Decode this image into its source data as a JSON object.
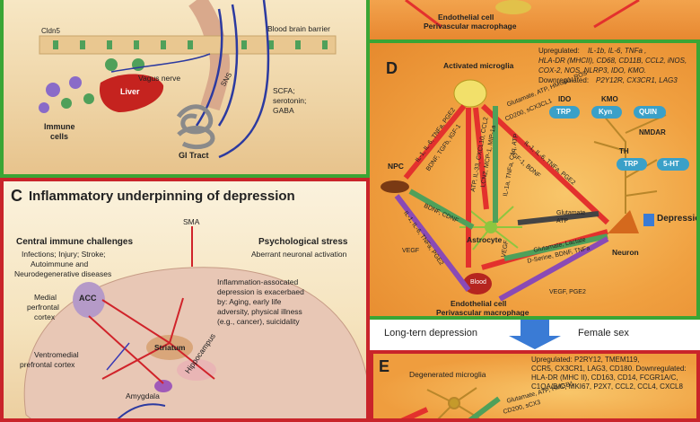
{
  "colors": {
    "green_border": "#3aa535",
    "red_border": "#c9242a",
    "orange": "#f0a040",
    "blue": "#3a7bd5"
  },
  "top_left": {
    "cldn5": "Cldn5",
    "bbb": "Blood brain barrier",
    "vagus": "Vagus nerve",
    "sns": "SNS",
    "liver": "Liver",
    "immune": "Immune",
    "cells": "cells",
    "gi": "GI Tract",
    "scfa": "SCFA;",
    "serotonin": "serotonin;",
    "gaba": "GABA"
  },
  "top_right": {
    "endo": "Endothelial cell",
    "peri": "Perivascular macrophage"
  },
  "panel_d": {
    "letter": "D",
    "activated": "Activated microglia",
    "up_label": "Upregulated:",
    "up1": "IL-1b, IL-6, TNFa ,",
    "up2": "HLA-DR (MHCII), CD68, CD11B, CCL2, iNOS,",
    "up3": "COX-2, NOS, NLRP3, IDO, KMO.",
    "down_label": "Downregulated:",
    "down1": "P2Y12R, CX3CR1, LAG3",
    "ido": "IDO",
    "kmo": "KMO",
    "trp": "TRP",
    "kyn": "Kyn",
    "quin": "QUIN",
    "nmdar": "NMDAR",
    "th": "TH",
    "trp2": "TRP",
    "ht": "5-HT",
    "glutamate_top": "Glutamate, ATP, HMGB1, ROS",
    "cd200": "CD200, sCX3CL1",
    "il1_mid": "IL-1, IL-6, TNFa, PGE2",
    "igf": "IGF-1, BDNF",
    "npc": "NPC",
    "il1_left": "IL-1, IL-6, TNFa, PGE2",
    "bdnf_left": "BDNF, TGFb, IGF-1",
    "astro_cyto": "ATP, IL-33, CXCL10, CCL2",
    "lcn2": "LCN2, MCP-1, MIP-1a",
    "il1a": "IL-1a, TNFa, C1q, ATP",
    "bdnf_cdnf": "BDNF, CDNF",
    "glutamate_atp": "Glutamate",
    "atp": "ATP",
    "astrocyte": "Astrocyte",
    "depression": "Depression",
    "neuron": "Neuron",
    "vegf_left": "VEGF",
    "il1_low": "IL-1, IL-6, TNFa, PGE2",
    "glut_lact": "Glutamate, Lactate",
    "dserine": "D-Serine, BDNF, TNFa",
    "vegf_mid": "VEGF",
    "vegf_bot": "VEGF, PGE2",
    "blood": "Blood",
    "endo": "Endothelial cell",
    "peri": "Perivascular macrophage"
  },
  "panel_c": {
    "letter": "C",
    "title": "Inflammatory underpinning of depression",
    "central": "Central immune challenges",
    "central_list": "Infections; Injury; Stroke;",
    "central_list2": "Autoimmune and",
    "central_list3": "Neurodegenerative diseases",
    "psych": "Psychological stress",
    "psych_sub": "Aberrant neuronal activation",
    "sma": "SMA",
    "acc": "ACC",
    "medial": "Medial",
    "perfrontal": "perfrontal",
    "cortex": "cortex",
    "striatum": "Striatum",
    "hippocampus": "Hippocampus",
    "ventromedial": "Ventromedial",
    "prefrontal": "prefrontal cortex",
    "amygdala": "Amygdala",
    "infl1": "Inflammation-assocated",
    "infl2": "depression is exacerbaed",
    "infl3": "by: Aging, early life",
    "infl4": "adversity, physical illness",
    "infl5": "(e.g., cancer), suicidality"
  },
  "middle": {
    "long": "Long-tern depression",
    "female": "Female sex"
  },
  "panel_e": {
    "letter": "E",
    "degenerated": "Degenerated microglia",
    "up1": "Upregulated: P2RY12, TMEM119,",
    "up2": "CCR5, CX3CR1, LAG3, CD180. Downregulated:",
    "up3": "HLA-DR (MHC II), CD163, CD14, FCGR1A/C,",
    "up4": "C1QA/B/C, MKI67, P2X7, CCL2, CCL4, CXCL8",
    "glut": "Glutamate, ATP, HMGB1",
    "cd200": "CD200, sCX3"
  }
}
